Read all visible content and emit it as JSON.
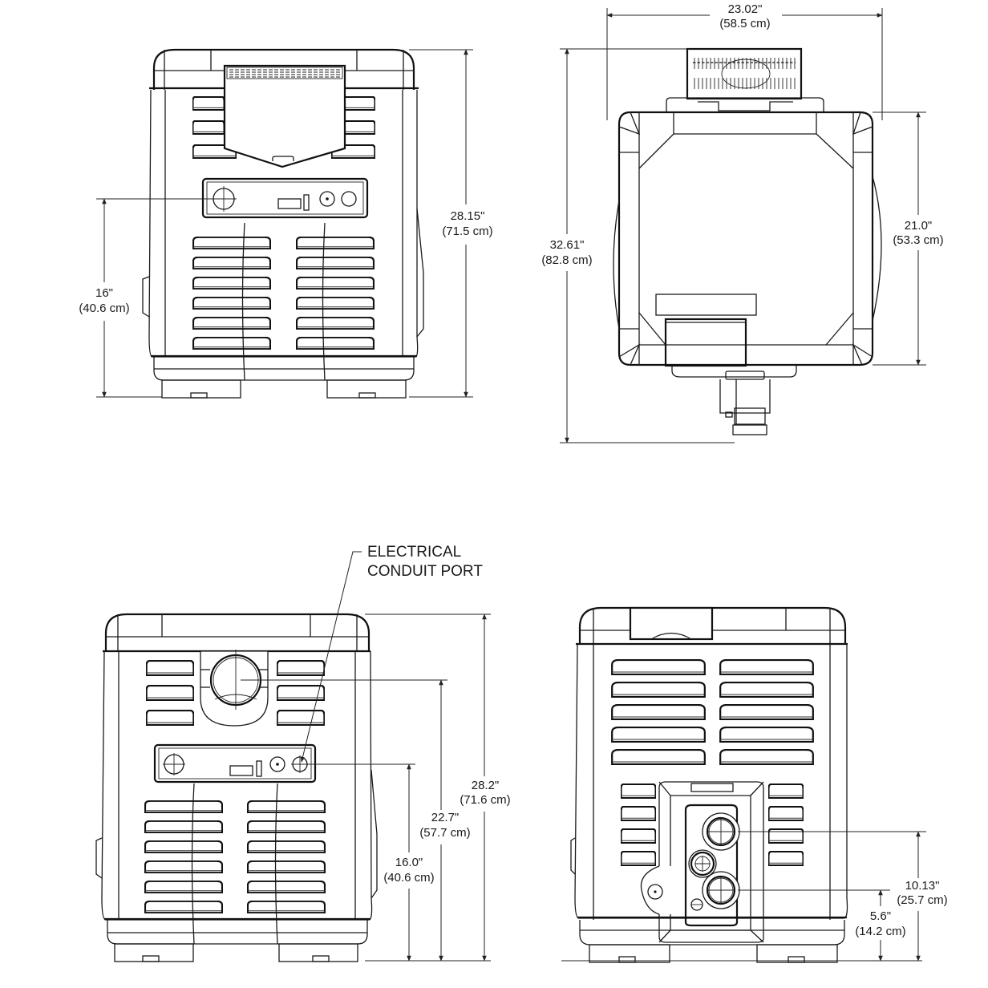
{
  "views": {
    "front_top_left": {
      "height_total": {
        "in": "28.15\"",
        "cm": "(71.5 cm)"
      },
      "height_panel": {
        "in": "16\"",
        "cm": "(40.6 cm)"
      }
    },
    "top_view": {
      "width": {
        "in": "23.02\"",
        "cm": "(58.5 cm)"
      },
      "depth_total": {
        "in": "32.61\"",
        "cm": "(82.8 cm)"
      },
      "depth_body": {
        "in": "21.0\"",
        "cm": "(53.3 cm)"
      }
    },
    "front_bottom_left": {
      "callout": {
        "line1": "ELECTRICAL",
        "line2": "CONDUIT PORT"
      },
      "height_total": {
        "in": "28.2\"",
        "cm": "(71.6 cm)"
      },
      "height_vent": {
        "in": "22.7\"",
        "cm": "(57.7 cm)"
      },
      "height_panel": {
        "in": "16.0\"",
        "cm": "(40.6 cm)"
      }
    },
    "rear_view": {
      "height_upper_port": {
        "in": "10.13\"",
        "cm": "(25.7 cm)"
      },
      "height_lower_port": {
        "in": "5.6\"",
        "cm": "(14.2 cm)"
      }
    }
  },
  "colors": {
    "line": "#1a1a1a",
    "background": "#ffffff"
  }
}
